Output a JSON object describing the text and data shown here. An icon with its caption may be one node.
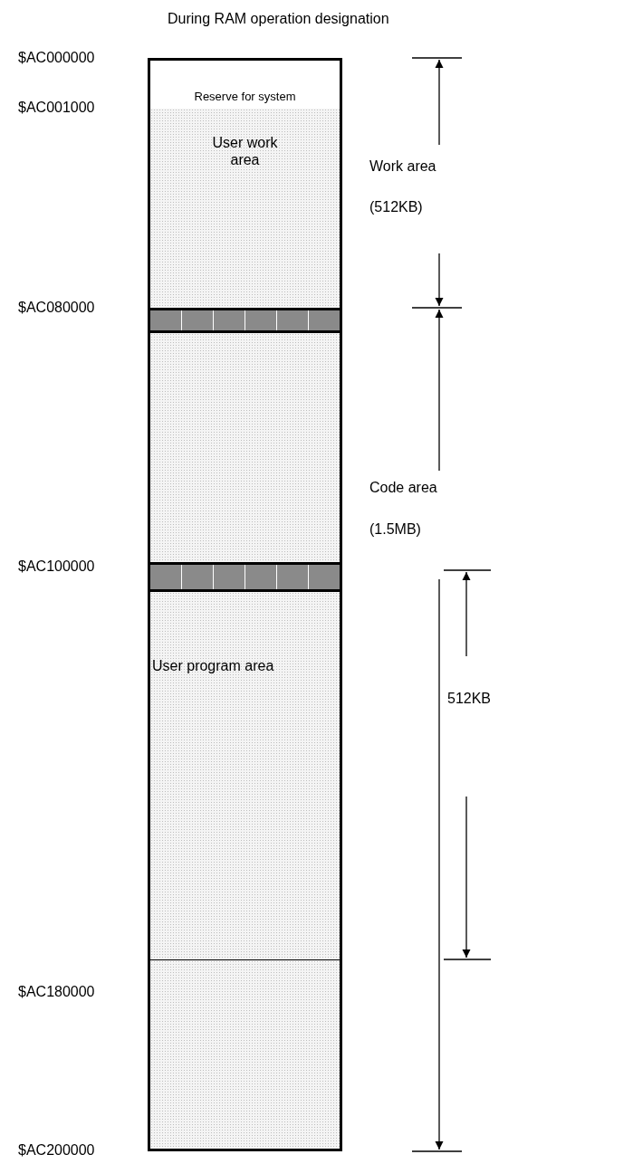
{
  "diagram": {
    "title": "During RAM operation designation",
    "nodes": [
      {
        "text": [
          "Reserve for system"
        ]
      },
      {
        "text": [
          "User work area"
        ]
      },
      {
        "text": [],
        "shape": "bar"
      },
      {
        "text": [],
        "shape": "box"
      },
      {
        "text": [],
        "shape": "bar"
      },
      {
        "text": [
          "User program area"
        ]
      },
      {
        "text": [],
        "shape": "box"
      }
    ],
    "labels": [
      "$AC000000",
      "$AC001000",
      "Work area",
      "(512KB)",
      "$AC080000",
      "Code area",
      "(1.5MB)",
      "$AC100000",
      "512KB",
      "$AC180000",
      "$AC200000"
    ]
  }
}
